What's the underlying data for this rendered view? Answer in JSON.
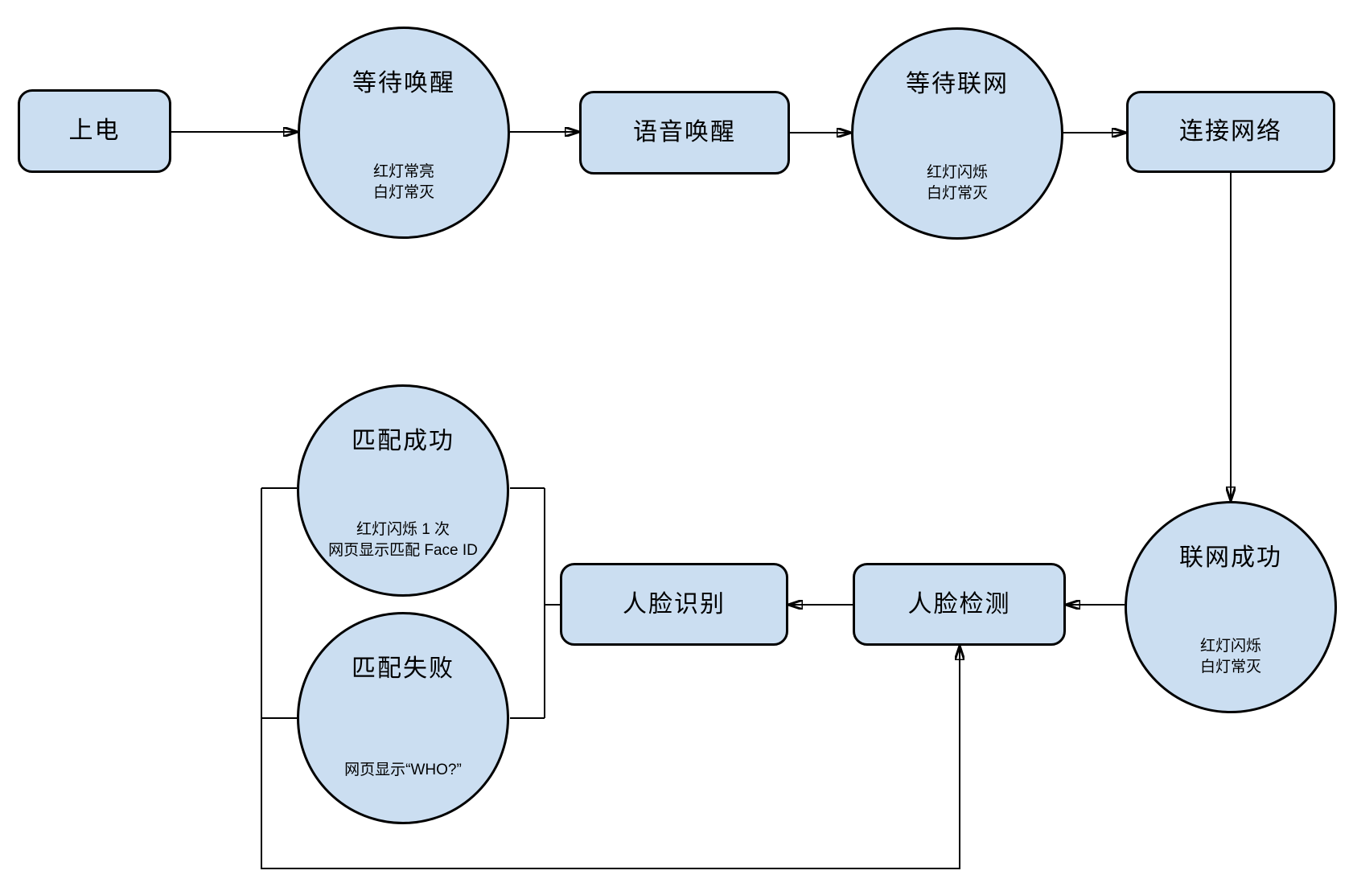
{
  "diagram": {
    "title_hint": "device-face-id-state-flowchart",
    "colors": {
      "background": "#ffffff",
      "node_fill": "#cbdef1",
      "node_stroke": "#000000",
      "connector": "#000000"
    },
    "nodes": {
      "power_on": {
        "label": "上电"
      },
      "wait_wake": {
        "title": "等待唤醒",
        "sub1": "红灯常亮",
        "sub2": "白灯常灭"
      },
      "voice_wake": {
        "label": "语音唤醒"
      },
      "wait_network": {
        "title": "等待联网",
        "sub1": "红灯闪烁",
        "sub2": "白灯常灭"
      },
      "connect_network": {
        "label": "连接网络"
      },
      "network_success": {
        "title": "联网成功",
        "sub1": "红灯闪烁",
        "sub2": "白灯常灭"
      },
      "face_detect": {
        "label": "人脸检测"
      },
      "face_recognize": {
        "label": "人脸识别"
      },
      "match_success": {
        "title": "匹配成功",
        "sub1": "红灯闪烁 1 次",
        "sub2": "网页显示匹配 Face ID"
      },
      "match_fail": {
        "title": "匹配失败",
        "sub1": "网页显示“WHO?”"
      }
    }
  }
}
